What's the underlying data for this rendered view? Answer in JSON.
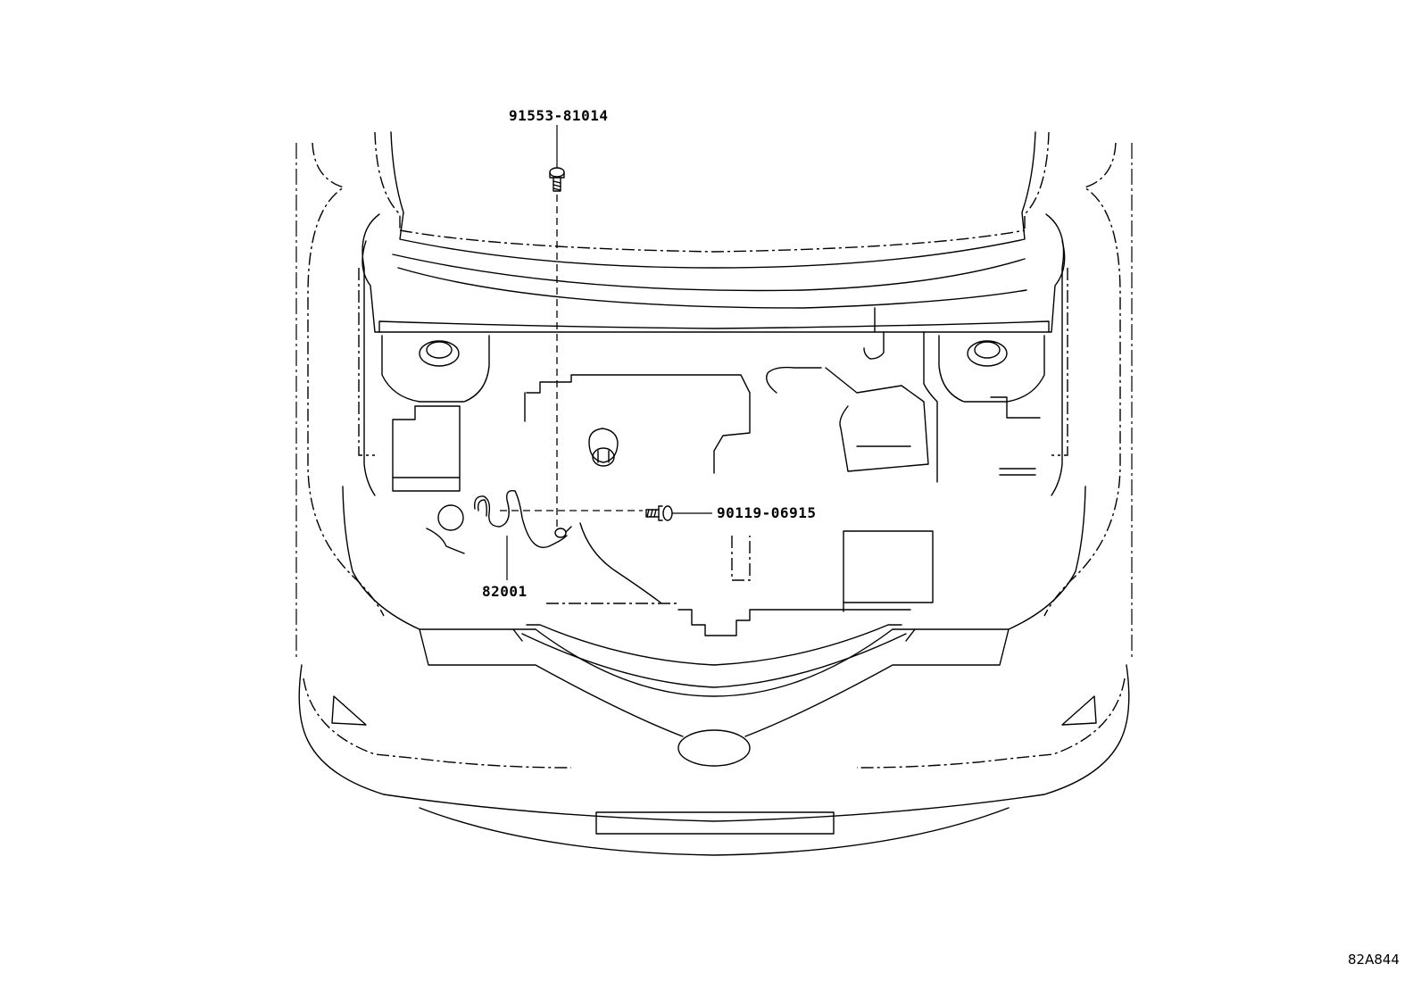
{
  "parts": [
    {
      "id": "part-91553-81014",
      "number": "91553-81014"
    },
    {
      "id": "part-90119-06915",
      "number": "90119-06915"
    },
    {
      "id": "part-82001",
      "number": "82001"
    }
  ],
  "illustration_ref": "82A844"
}
